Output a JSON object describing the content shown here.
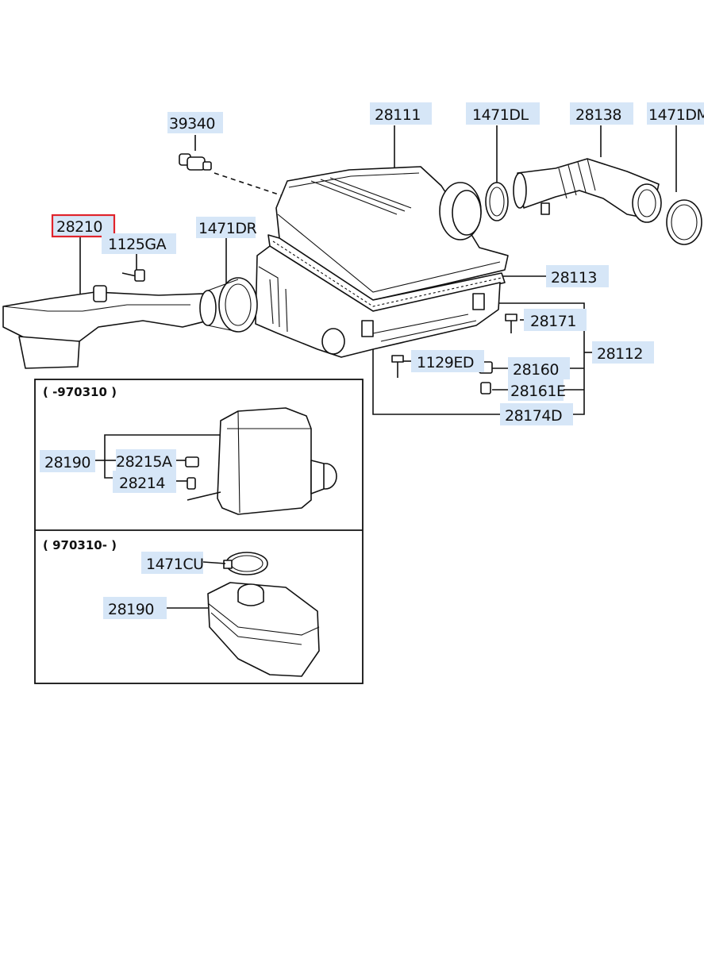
{
  "parts": {
    "p39340": "39340",
    "p28111": "28111",
    "p1471DL": "1471DL",
    "p28138": "28138",
    "p1471DM": "1471DM",
    "p28210": "28210",
    "p1471DR": "1471DR",
    "p1125GA": "1125GA",
    "p28113": "28113",
    "p28171": "28171",
    "p28112": "28112",
    "p1129ED": "1129ED",
    "p28160": "28160",
    "p28161E": "28161E",
    "p28174D": "28174D"
  },
  "inset_upper": {
    "date_range": "( -970310 )",
    "p28190": "28190",
    "p28215A": "28215A",
    "p28214": "28214"
  },
  "inset_lower": {
    "date_range": "( 970310- )",
    "p1471CU": "1471CU",
    "p28190": "28190"
  },
  "highlighted_part": "28210",
  "colors": {
    "label_background": "#d6e6f7",
    "highlight_border": "#e0242c"
  }
}
